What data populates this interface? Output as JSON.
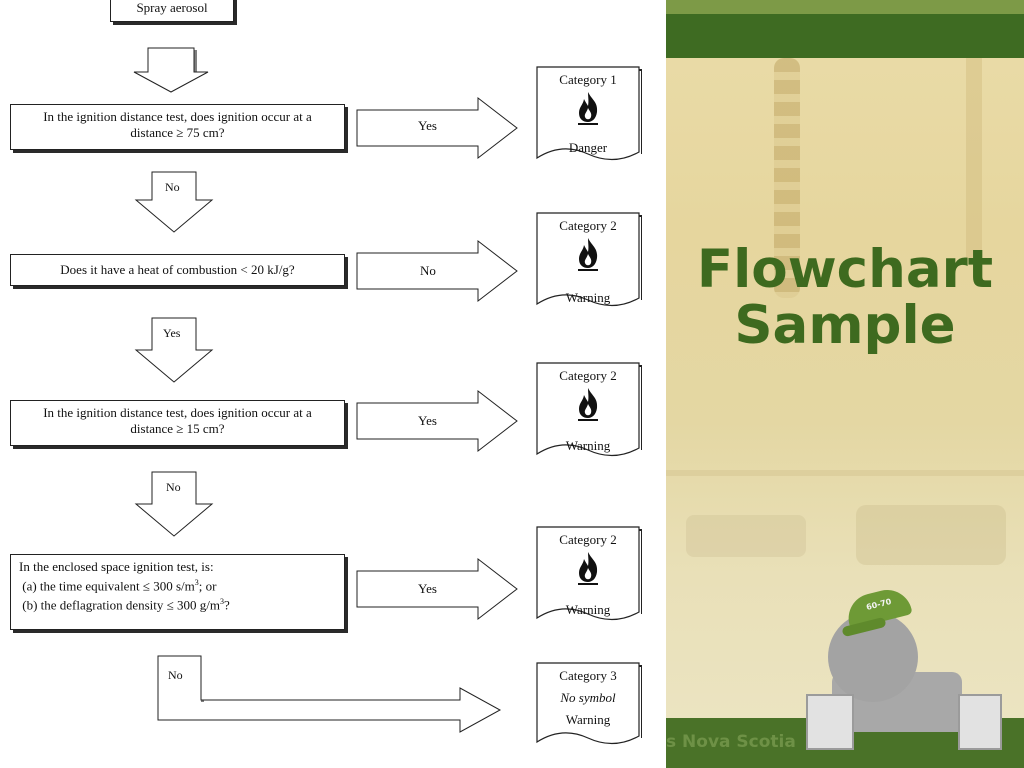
{
  "slide": {
    "title_line1": "Flowchart",
    "title_line2": "Sample",
    "footer": "s Nova Scotia",
    "visor_badge": "60-70"
  },
  "flowchart": {
    "start": "Spray aerosol",
    "q1": {
      "line1": "In the ignition distance test, does ignition occur at a",
      "line2": "distance ≥ 75 cm?"
    },
    "q2": {
      "text": "Does it have a heat of combustion < 20 kJ/g?"
    },
    "q3": {
      "line1": "In the ignition distance test, does ignition occur at a",
      "line2": "distance ≥ 15 cm?"
    },
    "q4": {
      "line1": "In the enclosed space ignition test, is:",
      "line2a": "(a)  the time equivalent ≤ 300 s/m",
      "line2b": "; or",
      "line3a": "(b)  the deflagration density ≤ 300 g/m",
      "line3b": "?",
      "superscript": "3"
    },
    "branch_labels": {
      "q1": "Yes",
      "q2": "No",
      "q3": "Yes",
      "q4": "Yes"
    },
    "down_labels": {
      "q1": "No",
      "q2": "Yes",
      "q3": "No",
      "q4": "No"
    },
    "outcomes": [
      {
        "category": "Category 1",
        "signal": "Danger"
      },
      {
        "category": "Category 2",
        "signal": "Warning"
      },
      {
        "category": "Category 2",
        "signal": "Warning"
      },
      {
        "category": "Category 2",
        "signal": "Warning"
      },
      {
        "category": "Category 3",
        "note": "No symbol",
        "signal": "Warning"
      }
    ]
  },
  "colors": {
    "title": "#3e6a1f",
    "band_dark": "#3e6b22",
    "band_light": "#7d9a47"
  }
}
